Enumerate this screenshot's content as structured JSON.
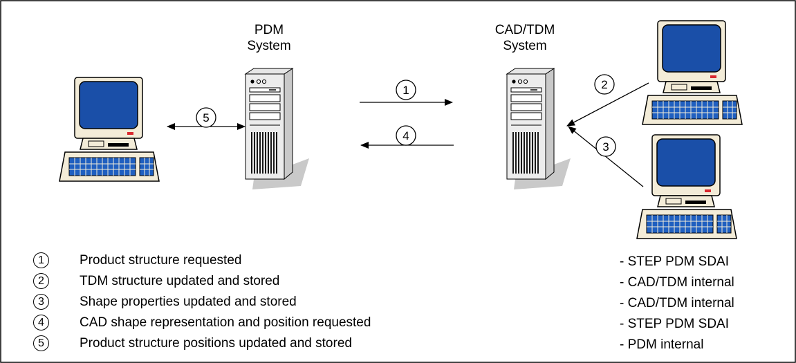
{
  "systems": {
    "pdm": [
      "PDM",
      "System"
    ],
    "cad": [
      "CAD/TDM",
      "System"
    ]
  },
  "arrow_numbers": [
    "1",
    "4",
    "5",
    "2",
    "3"
  ],
  "legend": [
    {
      "num": "1",
      "text": "Product structure requested",
      "protocol": "- STEP PDM SDAI"
    },
    {
      "num": "2",
      "text": "TDM structure updated and stored",
      "protocol": "- CAD/TDM internal"
    },
    {
      "num": "3",
      "text": "Shape properties updated and stored",
      "protocol": "- CAD/TDM internal"
    },
    {
      "num": "4",
      "text": "CAD shape representation and position requested",
      "protocol": "- STEP PDM SDAI"
    },
    {
      "num": "5",
      "text": "Product structure positions updated and stored",
      "protocol": "- PDM internal"
    }
  ],
  "colors": {
    "screen": "#1a4fa8",
    "case": "#f3ecd8",
    "keyboard_keys": "#1f5fc0",
    "power_led": "#d9282f"
  },
  "icons": [
    "workstation-icon",
    "server-tower-icon"
  ]
}
